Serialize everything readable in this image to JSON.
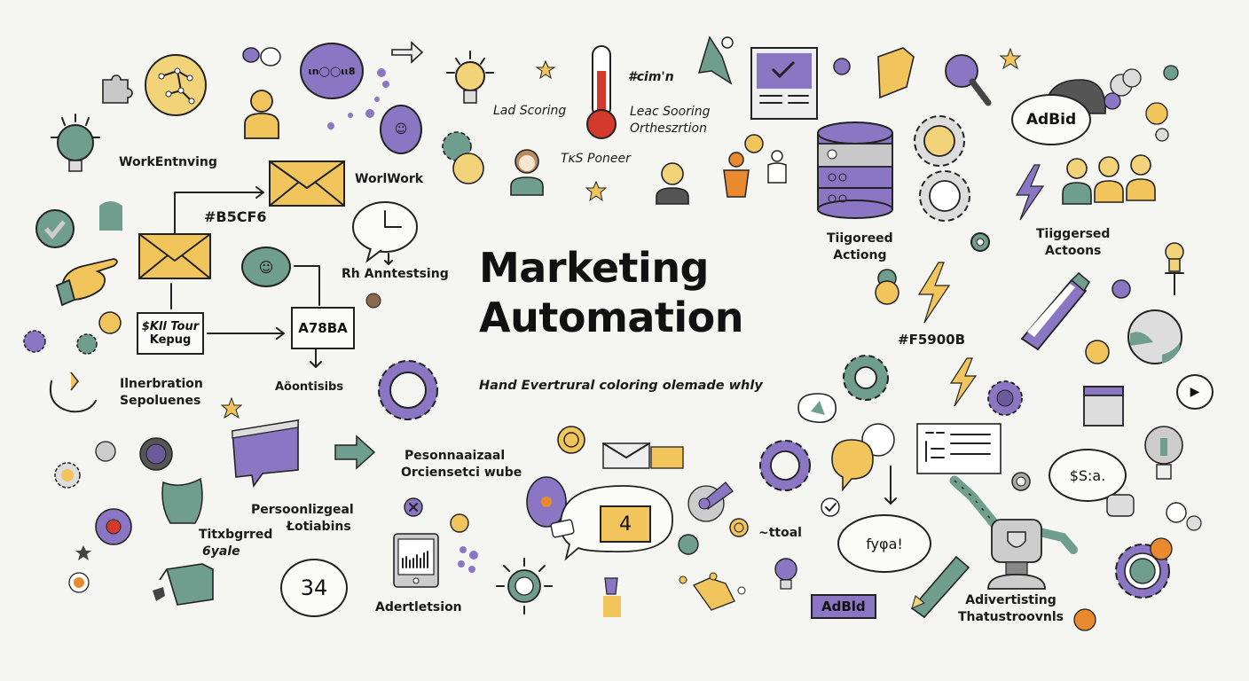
{
  "colors": {
    "background": "#f5f5f2",
    "purple": "#8b76c4",
    "yellow": "#f2c55c",
    "green": "#6f9e8f",
    "gray": "#c8c8c8",
    "red": "#d33a2c",
    "orange": "#ea8a2e",
    "ink": "#1a1a1a"
  },
  "title": {
    "line1": "Marketing",
    "line2": "Automation",
    "subtitle": "Hand Evertrural coloring olemade whly"
  },
  "labels": {
    "work_entnving": "WorkEntnving",
    "worlwork": "WorlWork",
    "b5cf6": "#B5CF6",
    "lad_scoring": "Lad Scoring",
    "chm": "#cim'n",
    "lead_scoring_line1": "Leac Sooring",
    "lead_scoring_line2": "Ortheszrtion",
    "tk_poneer": "TĸS Poneer",
    "rh_anntestsing": "Rh Anntestsing",
    "kll_tour_line1": "$Kll Tour",
    "kll_tour_line2": "Kepug",
    "a78ba": "A78BA",
    "aotontisibs": "Aöontisibs",
    "inerbration_line1": "Ilnerbration",
    "inerbration_line2": "Sepoluenes",
    "triggered_left_line1": "Tiigoreed",
    "triggered_left_line2": "Actiong",
    "triggered_right_line1": "Tiiggersed",
    "triggered_right_line2": "Actoons",
    "f5900b": "#F5900B",
    "adbid_top": "AdBid",
    "personalizeal_line1": "Pesonnaaizaal",
    "personalizeal_line2": "Orciensetci wube",
    "personizgeal_line1": "Persoonlizgeal",
    "personizgeal_line2": "Łotiabins",
    "titbgrred_line1": "Titxbgrred",
    "titbgrred_line2": "6yale",
    "number_34": "34",
    "adertletsion": "Adertletsion",
    "chat_4": "4",
    "ttoal": "~ttoal",
    "fyoa": "fyφa!",
    "ps": "$S:a.",
    "adbid_tag": "AdBld",
    "advertising_line1": "Adivertisting",
    "advertising_line2": "Thatustroovnls",
    "inood": "ιn◯◯ιι8"
  },
  "icons": [
    "lightbulb-icon",
    "network-globe-icon",
    "puzzle-icon",
    "chat-bubble-icon",
    "person-icon",
    "arrow-right-icon",
    "envelope-icon",
    "clock-bubble-icon",
    "thermometer-icon",
    "star-icon",
    "laptop-check-icon",
    "database-icon",
    "gear-icon",
    "lightning-icon",
    "people-group-icon",
    "pencil-icon",
    "marker-icon",
    "robot-arm-icon",
    "tablet-chart-icon",
    "rocket-icon",
    "calendar-icon",
    "checkmark-circle-icon",
    "hand-pointing-icon",
    "globe-icon",
    "megaphone-icon",
    "magnifier-icon",
    "graduation-cap-icon"
  ]
}
